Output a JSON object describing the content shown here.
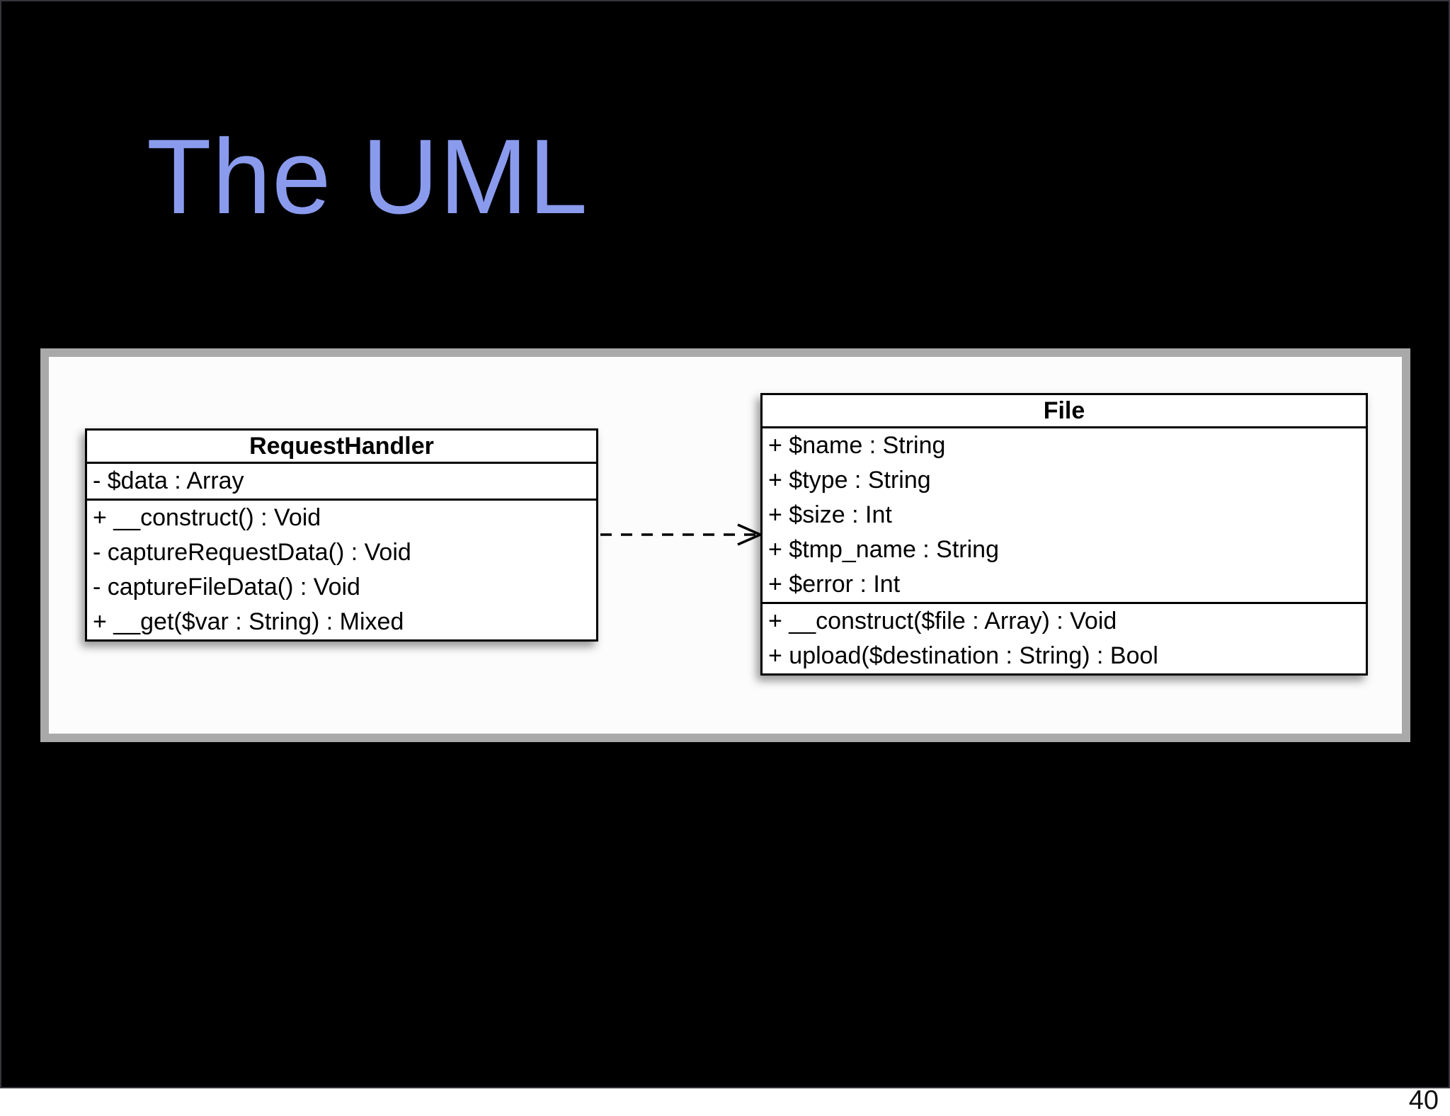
{
  "slide": {
    "title": "The UML",
    "page_number": "40"
  },
  "colors": {
    "slide_background": "#000000",
    "title_text": "#8a9bee",
    "panel_frame": "#a9a9a9",
    "panel_background": "#fcfcfc",
    "box_background": "#ffffff",
    "box_border": "#000000",
    "text": "#000000"
  },
  "diagram": {
    "classes": [
      {
        "name": "RequestHandler",
        "attributes": [
          "- $data : Array"
        ],
        "methods": [
          "+ __construct() : Void",
          "- captureRequestData() : Void",
          "- captureFileData() : Void",
          "+ __get($var : String) : Mixed"
        ]
      },
      {
        "name": "File",
        "attributes": [
          "+ $name : String",
          "+ $type : String",
          "+ $size : Int",
          "+ $tmp_name : String",
          "+ $error : Int"
        ],
        "methods": [
          "+ __construct($file : Array) : Void",
          "+ upload($destination : String) : Bool"
        ]
      }
    ],
    "relationship": {
      "type": "dependency",
      "from": "RequestHandler",
      "to": "File",
      "style": "dashed-open-arrow"
    }
  }
}
